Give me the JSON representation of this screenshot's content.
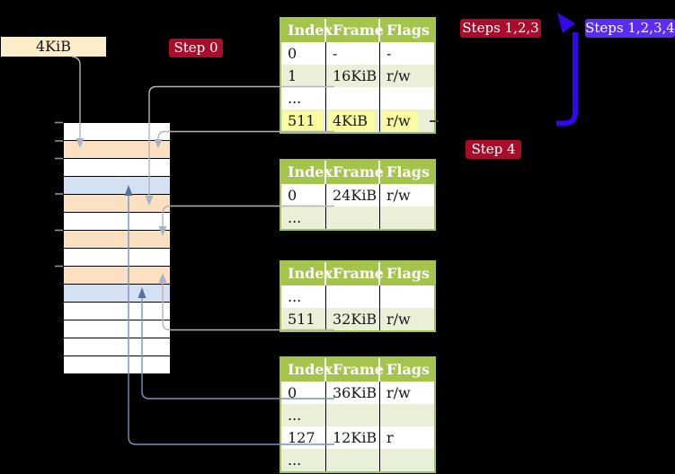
{
  "labels": {
    "page_size": "4KiB",
    "step0": "Step 0",
    "steps123": "Steps 1,2,3",
    "steps1234": "Steps 1,2,3,4",
    "step4": "Step 4"
  },
  "tables": [
    {
      "headers": [
        "Index",
        "Frame",
        "Flags"
      ],
      "rows": [
        {
          "cells": [
            "0",
            "-",
            "-"
          ]
        },
        {
          "cells": [
            "1",
            "16KiB",
            "r/w"
          ]
        },
        {
          "cells": [
            "...",
            "",
            ""
          ]
        },
        {
          "cells": [
            "511",
            "4KiB",
            "r/w"
          ],
          "highlighted": true
        }
      ]
    },
    {
      "headers": [
        "Index",
        "Frame",
        "Flags"
      ],
      "rows": [
        {
          "cells": [
            "0",
            "24KiB",
            "r/w"
          ]
        },
        {
          "cells": [
            "...",
            "",
            ""
          ]
        }
      ]
    },
    {
      "headers": [
        "Index",
        "Frame",
        "Flags"
      ],
      "rows": [
        {
          "cells": [
            "...",
            "",
            ""
          ]
        },
        {
          "cells": [
            "511",
            "32KiB",
            "r/w"
          ]
        }
      ]
    },
    {
      "headers": [
        "Index",
        "Frame",
        "Flags"
      ],
      "rows": [
        {
          "cells": [
            "0",
            "36KiB",
            "r/w"
          ]
        },
        {
          "cells": [
            "...",
            "",
            ""
          ]
        },
        {
          "cells": [
            "127",
            "12KiB",
            "r"
          ]
        },
        {
          "cells": [
            "...",
            "",
            ""
          ]
        }
      ]
    }
  ],
  "memory_strip": {
    "rows": [
      "white",
      "peach",
      "white",
      "blue",
      "peach",
      "white",
      "peach",
      "white",
      "peach",
      "blue",
      "white",
      "white",
      "white",
      "white"
    ]
  },
  "colors": {
    "table_green": "#a5c44c",
    "table_row_green": "#eaf0d8",
    "highlight_yellow": "#fbfba0",
    "badge_crimson": "#a80e2c",
    "badge_violet": "#5a2df2",
    "arrow_blue": "#3307e8",
    "frame_peach": "#fbe1c2",
    "frame_blue": "#d3e1f3",
    "connector_gray": "#b5b5b5",
    "arrowhead_gray": "#a9b3c1",
    "connector_blue": "#7492c0",
    "arrowhead_blue": "#51719f",
    "label_cream": "#fdeec9"
  }
}
